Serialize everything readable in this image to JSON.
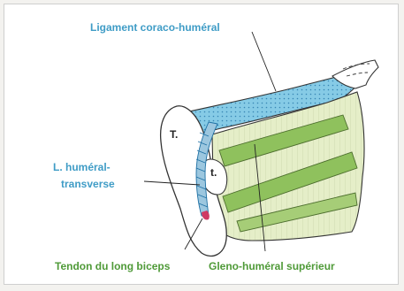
{
  "labels": {
    "ligament_coraco": "Ligament coraco-huméral",
    "t_upper": "T.",
    "t_lower": "t.",
    "l_humeral_line1": "L. huméral-",
    "l_humeral_line2": "transverse",
    "tendon_biceps": "Tendon du long biceps",
    "gleno_humeral": "Gleno-huméral supérieur"
  },
  "colors": {
    "blue_label": "#3f9cc6",
    "green_label": "#4f9a38",
    "ligament_fill": "#86cbe6",
    "ligament_dots": "#1c6fa3",
    "muscle_fill": "#e5eec8",
    "band_fill": "#8fc15d",
    "tendon_fill": "#9cc7df",
    "tendon_tip": "#cf3a63",
    "bone_fill": "#ffffff",
    "outline": "#333333"
  }
}
